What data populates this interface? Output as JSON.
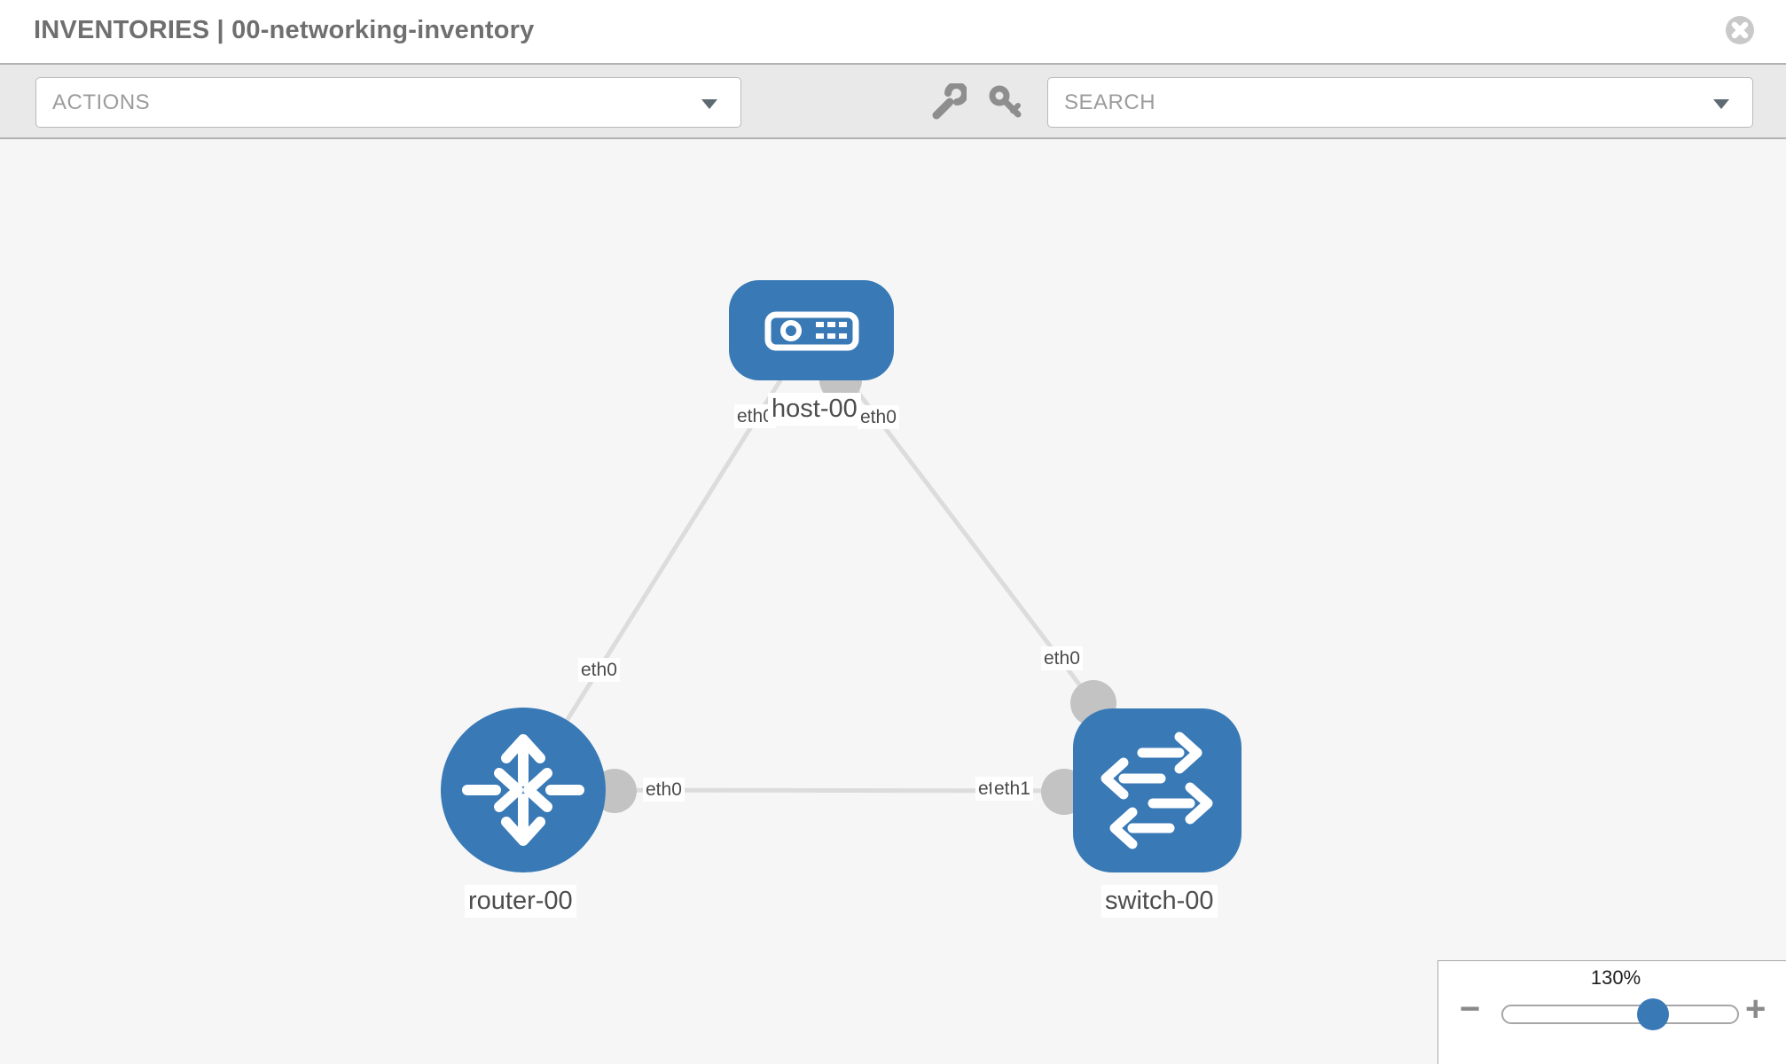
{
  "header": {
    "title": "INVENTORIES | 00-networking-inventory"
  },
  "toolbar": {
    "actions_label": "ACTIONS",
    "search_placeholder": "SEARCH",
    "tools": [
      "wrench-icon",
      "key-icon"
    ]
  },
  "topology": {
    "nodes": [
      {
        "id": "host-00",
        "type": "host",
        "label": "host-00"
      },
      {
        "id": "router-00",
        "type": "router",
        "label": "router-00"
      },
      {
        "id": "switch-00",
        "type": "switch",
        "label": "switch-00"
      }
    ],
    "links": [
      {
        "from": "host-00",
        "to": "router-00",
        "from_iface": "eth0",
        "to_iface": "eth0"
      },
      {
        "from": "host-00",
        "to": "switch-00",
        "from_iface": "eth0",
        "to_iface": "eth0"
      },
      {
        "from": "router-00",
        "to": "switch-00",
        "from_iface": "eth0",
        "to_iface": "eth1"
      }
    ],
    "iface_labels": {
      "host_router_host": "eth0",
      "host_router_router": "eth0",
      "host_switch_host": "eth0",
      "host_switch_switch": "eth0",
      "router_switch_router": "eth0",
      "router_switch_switch_under": "eth0",
      "router_switch_switch": "eth1"
    }
  },
  "zoom_control": {
    "level": "130%",
    "minus_label": "−",
    "plus_label": "+"
  },
  "colors": {
    "node_blue": "#3879b6",
    "link_gray": "#dcdcdc",
    "port_gray": "#c3c3c3",
    "toolbar_gray": "#e9e9e9",
    "canvas_gray": "#f6f6f6"
  }
}
